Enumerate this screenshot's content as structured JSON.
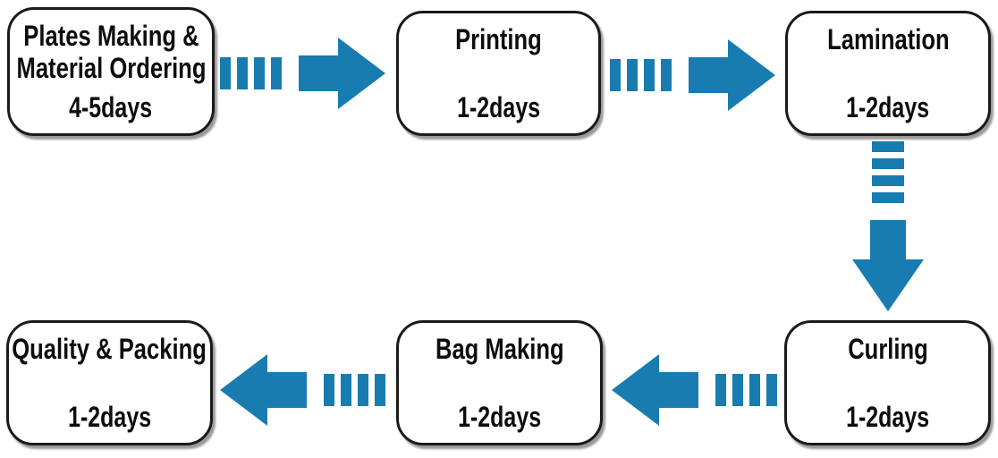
{
  "accent_color": "#187cb0",
  "box_border_color": "#1a1a1a",
  "steps": [
    {
      "title": "Plates Making &\nMaterial Ordering",
      "duration": "4-5days"
    },
    {
      "title": "Printing",
      "duration": "1-2days"
    },
    {
      "title": "Lamination",
      "duration": "1-2days"
    },
    {
      "title": "Curling",
      "duration": "1-2days"
    },
    {
      "title": "Bag Making",
      "duration": "1-2days"
    },
    {
      "title": "Quality & Packing",
      "duration": "1-2days"
    }
  ],
  "connections": [
    {
      "from": "Plates Making & Material Ordering",
      "to": "Printing",
      "direction": "right"
    },
    {
      "from": "Printing",
      "to": "Lamination",
      "direction": "right"
    },
    {
      "from": "Lamination",
      "to": "Curling",
      "direction": "down"
    },
    {
      "from": "Curling",
      "to": "Bag Making",
      "direction": "left"
    },
    {
      "from": "Bag Making",
      "to": "Quality & Packing",
      "direction": "left"
    }
  ]
}
